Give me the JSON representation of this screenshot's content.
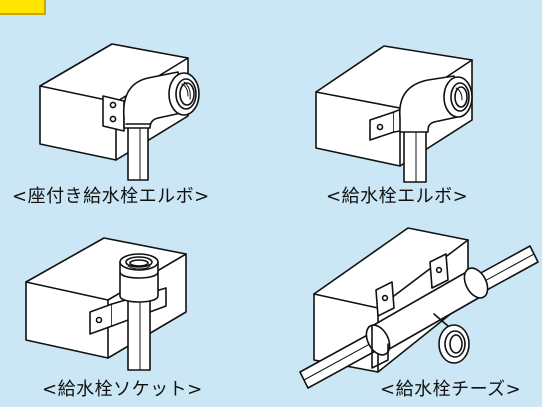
{
  "figures": [
    {
      "caption": "<座付き給水栓エルボ>"
    },
    {
      "caption": "<給水栓エルボ>"
    },
    {
      "caption": "<給水栓ソケット>"
    },
    {
      "caption": "<給水栓チーズ>"
    }
  ],
  "colors": {
    "background": "#cbe7f5",
    "tag": "#ffe600",
    "line": "#111111"
  }
}
